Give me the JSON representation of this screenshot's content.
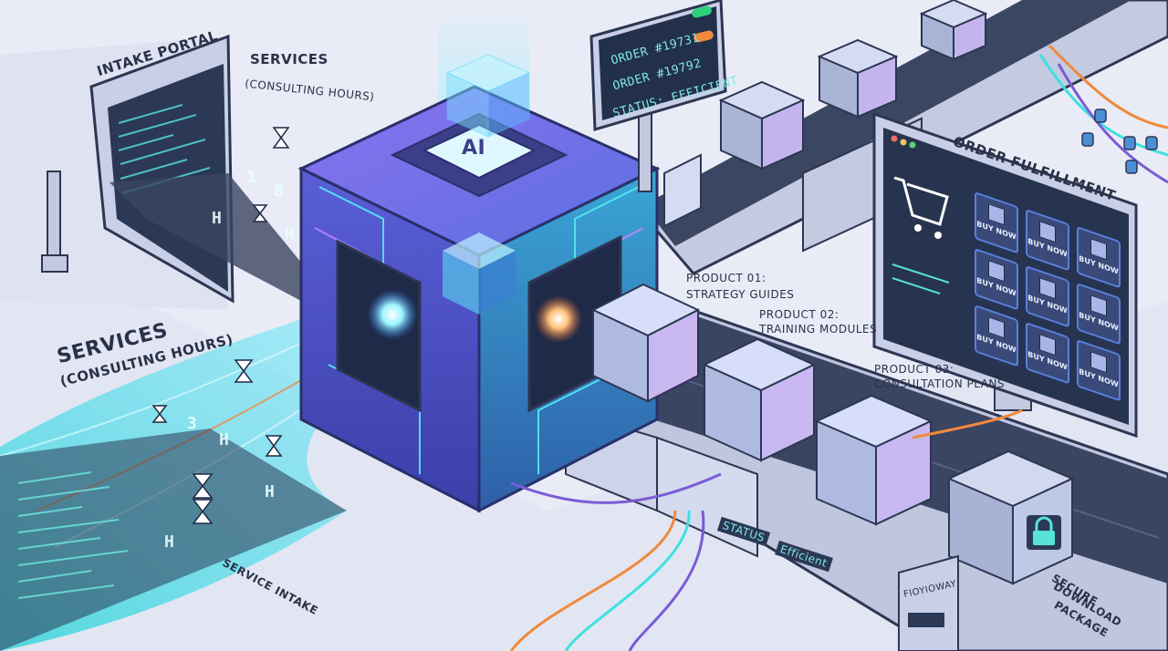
{
  "intake": {
    "portal_title": "INTAKE PORTAL",
    "services_title": "SERVICES",
    "services_sub": "(CONSULTING HOURS)",
    "services_big_title": "SERVICES",
    "services_big_sub": "(CONSULTING HOURS)",
    "ribbon_label": "SERVICE INTAKE"
  },
  "core": {
    "chip_label": "AI"
  },
  "order_board": {
    "rows": [
      "ORDER #19731",
      "ORDER #19792"
    ],
    "status": "STATUS: EFFICIENT"
  },
  "products": [
    {
      "id": "PRODUCT 01:",
      "name": "STRATEGY GUIDES"
    },
    {
      "id": "PRODUCT 02:",
      "name": "TRAINING MODULES"
    },
    {
      "id": "PRODUCT 03:",
      "name": "CONSULTATION PLANS"
    }
  ],
  "fulfillment": {
    "title": "ORDER FULFILLMENT",
    "buy_label": "BUY NOW"
  },
  "conveyor": {
    "status_tag": "STATUS",
    "efficient_tag": "Efficient"
  },
  "gate_label": "FIOYIOWAY",
  "package_label": [
    "SECURE",
    "DOWNLOAD",
    "PACKAGE"
  ],
  "colors": {
    "background": "#e9ecf6",
    "cyan": "#3fe0e0",
    "purple": "#7b5bd6",
    "navy": "#243049",
    "orange": "#f08a3c"
  }
}
